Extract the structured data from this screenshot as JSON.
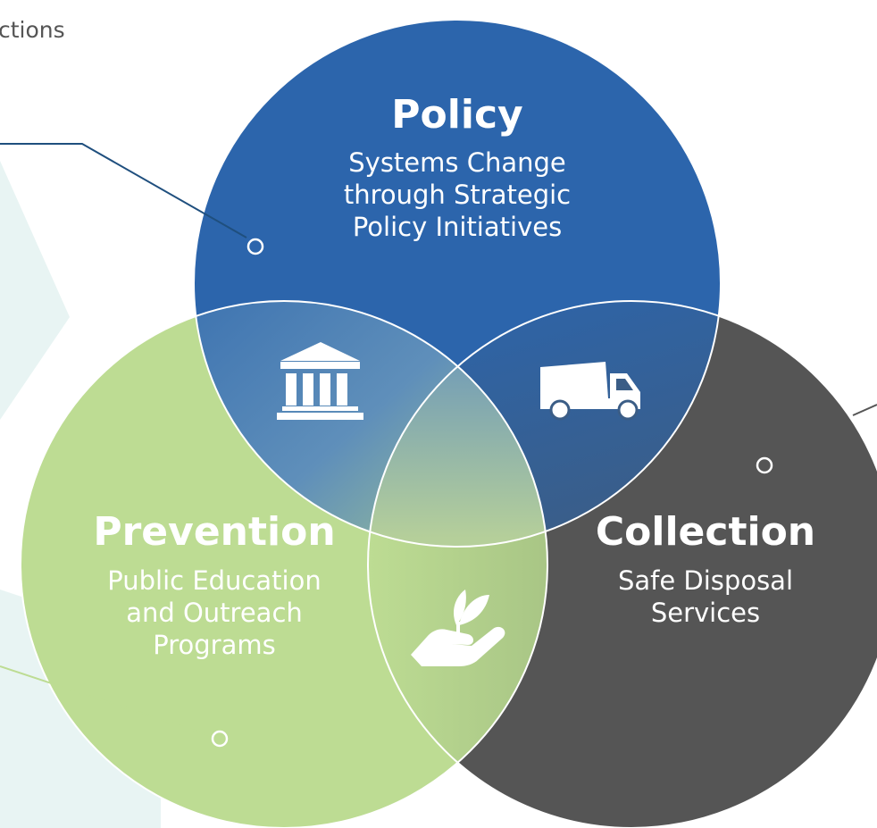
{
  "top_caption": "ctions",
  "circles": {
    "policy": {
      "title": "Policy",
      "subtitle": [
        "Systems Change",
        "through Strategic",
        "Policy Initiatives"
      ]
    },
    "prevention": {
      "title": "Prevention",
      "subtitle": [
        "Public Education",
        "and Outreach",
        "Programs"
      ]
    },
    "collection": {
      "title": "Collection",
      "subtitle": [
        "Safe Disposal",
        "Services"
      ]
    }
  },
  "icons": {
    "policy_prevention": "government-building-icon",
    "policy_collection": "dump-truck-icon",
    "prevention_collection": "hand-with-plant-icon"
  },
  "colors": {
    "policy": "#2c65ac",
    "prevention": "#bddc93",
    "collection": "#555555",
    "background_shape": "#e8f4f3",
    "caption": "#555555"
  }
}
